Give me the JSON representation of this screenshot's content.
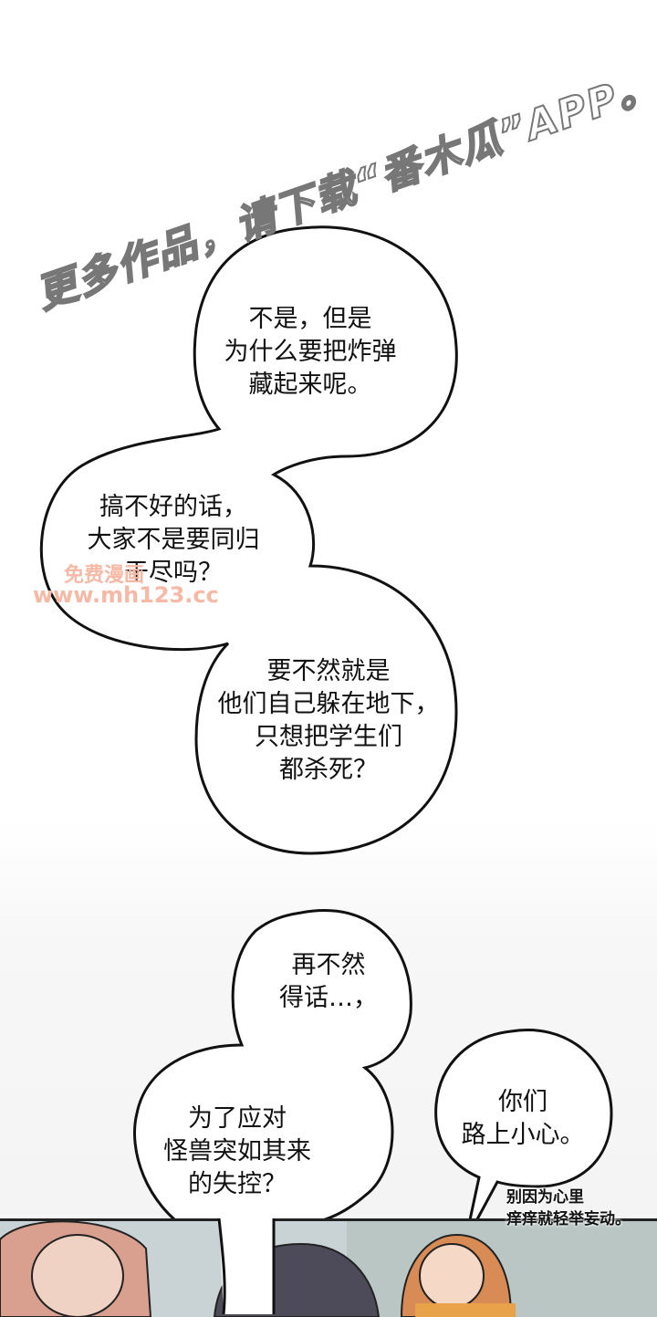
{
  "watermark": "更多作品，请下载“番木瓜”APP。",
  "site_watermark": {
    "line1": "免费漫画",
    "line2": "www.mh123.cc"
  },
  "bubbles": [
    {
      "text": "不是，但是\n为什么要把炸弹\n藏起来呢。"
    },
    {
      "text": "搞不好的话，\n大家不是要同归\n于尽吗？"
    },
    {
      "text": "要不然就是\n他们自己躲在地下，\n只想把学生们\n都杀死？"
    },
    {
      "text": "再不然\n得话…，"
    },
    {
      "text": "为了应对\n怪兽突如其来\n的失控？"
    },
    {
      "text": "你们\n路上小心。"
    }
  ],
  "side_caption": "别因为心里\n痒痒就轻举妄动。"
}
